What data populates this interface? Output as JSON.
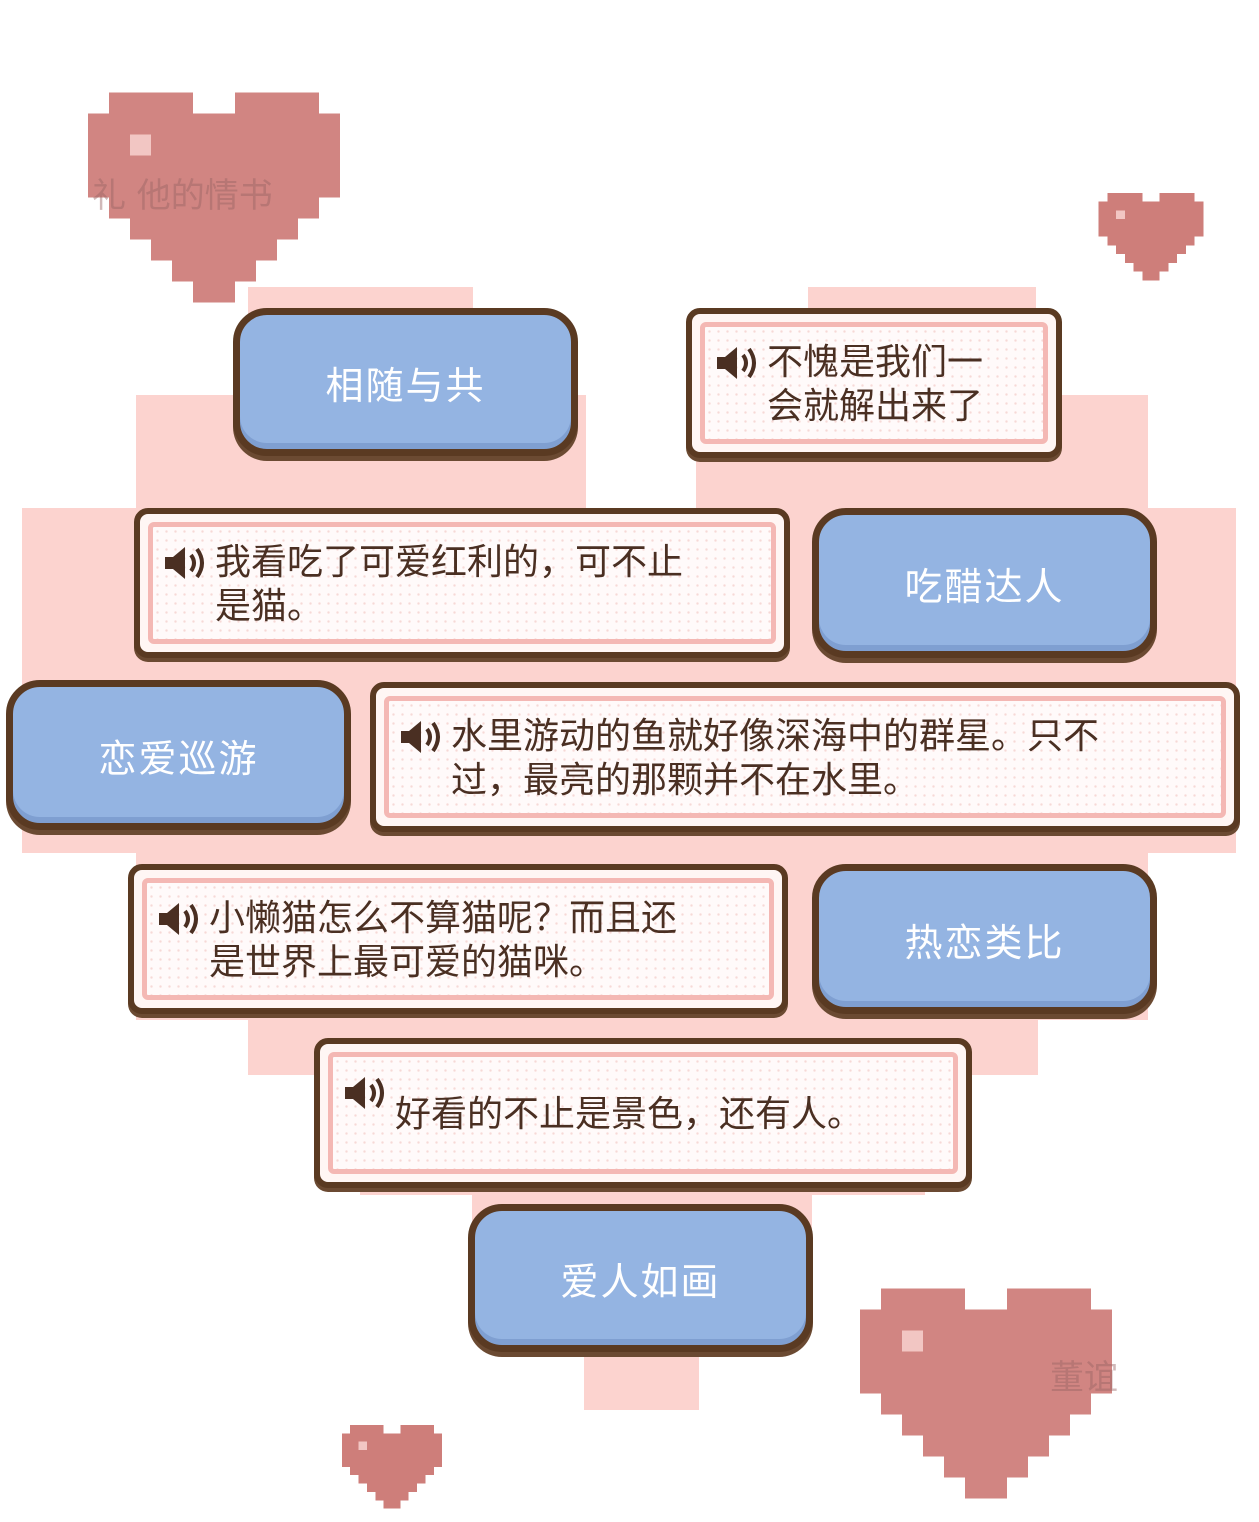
{
  "buttons": {
    "b1": "相随与共",
    "b2": "吃醋达人",
    "b3": "恋爱巡游",
    "b4": "热恋类比",
    "b5": "爱人如画"
  },
  "messages": {
    "m1": "不愧是我们一\n会就解出来了",
    "m2": "我看吃了可爱红利的，可不止\n是猫。",
    "m3": "水里游动的鱼就好像深海中的群星。只不\n过，最亮的那颗并不在水里。",
    "m4": "小懒猫怎么不算猫呢？而且还\n是世界上最可爱的猫咪。",
    "m5": "好看的不止是景色，还有人。"
  },
  "watermarks": {
    "top_left": "礼 他的情书",
    "bottom_right": "董谊"
  },
  "colors": {
    "heart_bg": "#fcd3cf",
    "button_blue": "#94b4e2",
    "border_brown": "#5a3a22",
    "pixel_heart": "#c9706c"
  },
  "icons": {
    "speaker": "speaker-icon",
    "decor": "pixel-heart-icon"
  }
}
